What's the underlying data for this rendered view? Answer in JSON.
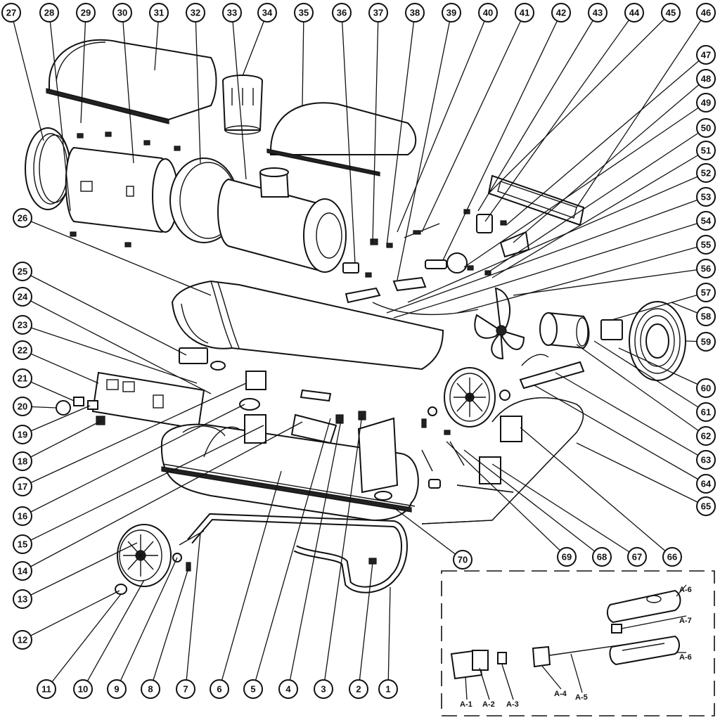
{
  "diagram": {
    "callouts": [
      {
        "id": "27",
        "label": "27"
      },
      {
        "id": "28",
        "label": "28"
      },
      {
        "id": "29",
        "label": "29"
      },
      {
        "id": "30",
        "label": "30"
      },
      {
        "id": "31",
        "label": "31"
      },
      {
        "id": "32",
        "label": "32"
      },
      {
        "id": "33",
        "label": "33"
      },
      {
        "id": "34",
        "label": "34"
      },
      {
        "id": "35",
        "label": "35"
      },
      {
        "id": "36",
        "label": "36"
      },
      {
        "id": "37",
        "label": "37"
      },
      {
        "id": "38",
        "label": "38"
      },
      {
        "id": "39",
        "label": "39"
      },
      {
        "id": "40",
        "label": "40"
      },
      {
        "id": "41",
        "label": "41"
      },
      {
        "id": "42",
        "label": "42"
      },
      {
        "id": "43",
        "label": "43"
      },
      {
        "id": "44",
        "label": "44"
      },
      {
        "id": "45",
        "label": "45"
      },
      {
        "id": "46",
        "label": "46"
      },
      {
        "id": "47",
        "label": "47"
      },
      {
        "id": "48",
        "label": "48"
      },
      {
        "id": "49",
        "label": "49"
      },
      {
        "id": "50",
        "label": "50"
      },
      {
        "id": "51",
        "label": "51"
      },
      {
        "id": "52",
        "label": "52"
      },
      {
        "id": "53",
        "label": "53"
      },
      {
        "id": "54",
        "label": "54"
      },
      {
        "id": "55",
        "label": "55"
      },
      {
        "id": "56",
        "label": "56"
      },
      {
        "id": "57",
        "label": "57"
      },
      {
        "id": "58",
        "label": "58"
      },
      {
        "id": "59",
        "label": "59"
      },
      {
        "id": "60",
        "label": "60"
      },
      {
        "id": "61",
        "label": "61"
      },
      {
        "id": "62",
        "label": "62"
      },
      {
        "id": "63",
        "label": "63"
      },
      {
        "id": "64",
        "label": "64"
      },
      {
        "id": "65",
        "label": "65"
      },
      {
        "id": "66",
        "label": "66"
      },
      {
        "id": "67",
        "label": "67"
      },
      {
        "id": "68",
        "label": "68"
      },
      {
        "id": "69",
        "label": "69"
      },
      {
        "id": "70",
        "label": "70"
      },
      {
        "id": "26",
        "label": "26"
      },
      {
        "id": "25",
        "label": "25"
      },
      {
        "id": "24",
        "label": "24"
      },
      {
        "id": "23",
        "label": "23"
      },
      {
        "id": "22",
        "label": "22"
      },
      {
        "id": "21",
        "label": "21"
      },
      {
        "id": "20",
        "label": "20"
      },
      {
        "id": "19",
        "label": "19"
      },
      {
        "id": "18",
        "label": "18"
      },
      {
        "id": "17",
        "label": "17"
      },
      {
        "id": "16",
        "label": "16"
      },
      {
        "id": "15",
        "label": "15"
      },
      {
        "id": "14",
        "label": "14"
      },
      {
        "id": "13",
        "label": "13"
      },
      {
        "id": "12",
        "label": "12"
      },
      {
        "id": "11",
        "label": "11"
      },
      {
        "id": "10",
        "label": "10"
      },
      {
        "id": "9",
        "label": "9"
      },
      {
        "id": "8",
        "label": "8"
      },
      {
        "id": "7",
        "label": "7"
      },
      {
        "id": "6",
        "label": "6"
      },
      {
        "id": "5",
        "label": "5"
      },
      {
        "id": "4",
        "label": "4"
      },
      {
        "id": "3",
        "label": "3"
      },
      {
        "id": "2",
        "label": "2"
      },
      {
        "id": "1",
        "label": "1"
      }
    ],
    "inset_labels": [
      {
        "id": "A-1",
        "label": "A-1"
      },
      {
        "id": "A-2",
        "label": "A-2"
      },
      {
        "id": "A-3",
        "label": "A-3"
      },
      {
        "id": "A-4",
        "label": "A-4"
      },
      {
        "id": "A-5",
        "label": "A-5"
      },
      {
        "id": "A-6a",
        "label": "A-6"
      },
      {
        "id": "A-7",
        "label": "A-7"
      },
      {
        "id": "A-6b",
        "label": "A-6"
      }
    ]
  }
}
